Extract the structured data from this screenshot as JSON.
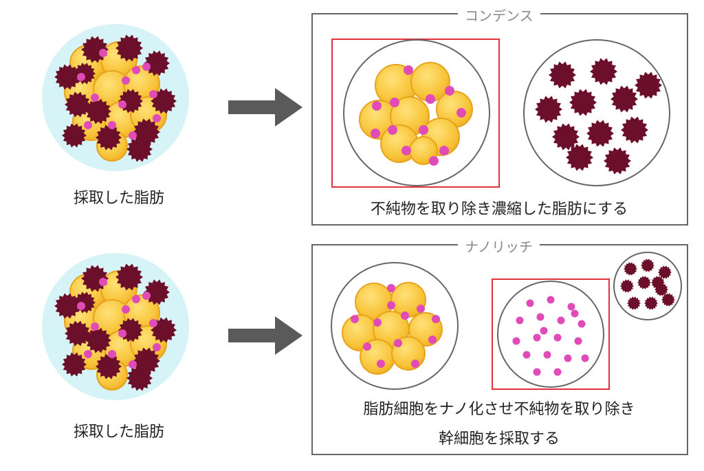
{
  "left_labels": {
    "top": "採取した脂肪",
    "bottom": "採取した脂肪"
  },
  "panels": {
    "top": {
      "title": "コンデンス",
      "caption": "不純物を取り除き濃縮した脂肪にする"
    },
    "bottom": {
      "title": "ナノリッチ",
      "caption_line1": "脂肪細胞をナノ化させ不純物を取り除き",
      "caption_line2": "幹細胞を採取する"
    }
  },
  "colors": {
    "fat_cell": "#F8C43A",
    "fat_cell_edge": "#E8A31C",
    "impurity": "#6B0F2A",
    "stem_cell": "#E04BB8",
    "tissue_bg": "#D6F3F8",
    "highlight_box": "#E0303A",
    "arrow": "#5A5A5A",
    "panel_border": "#666666"
  }
}
